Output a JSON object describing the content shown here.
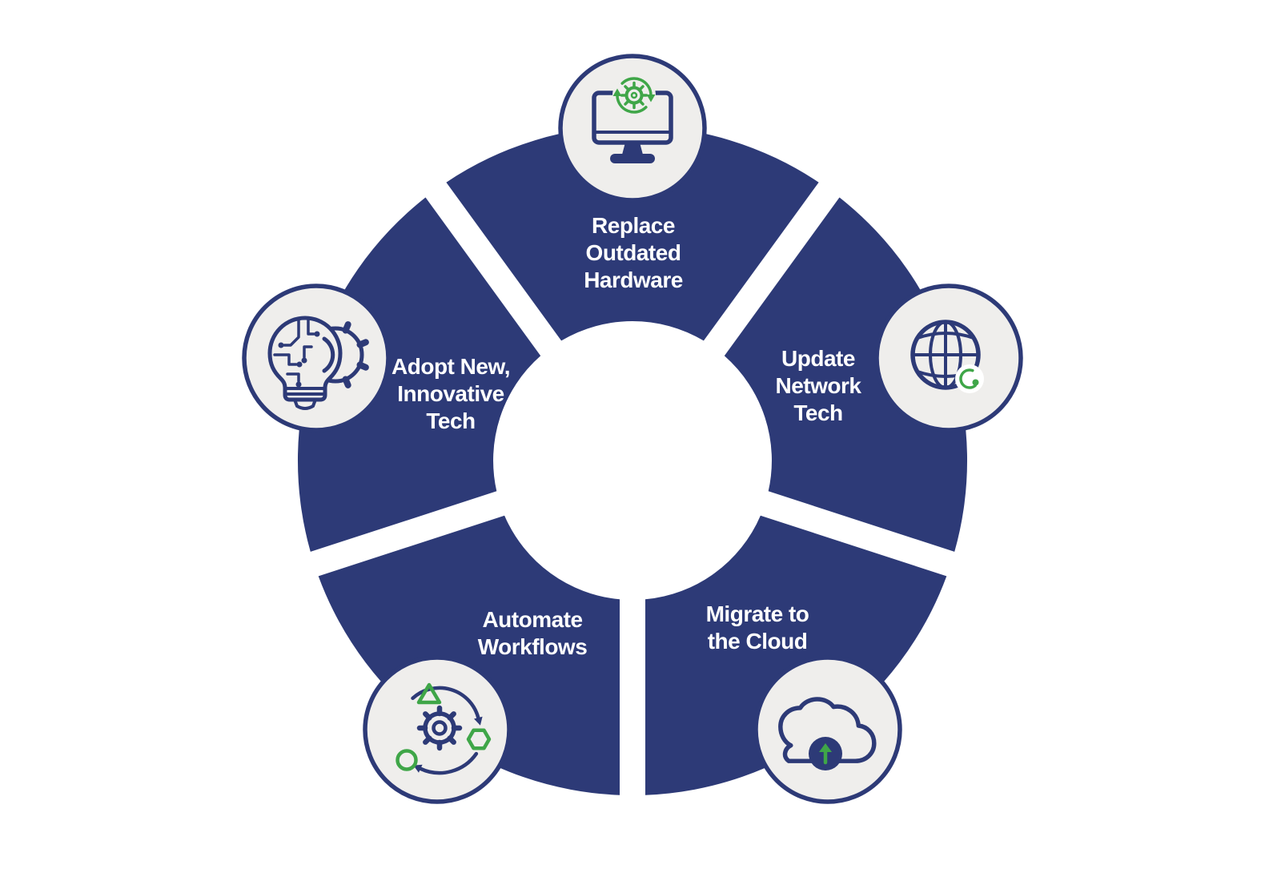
{
  "theme": {
    "navy": "#2d3a77",
    "green": "#3fa648",
    "icon_circle_fill": "#efeeec",
    "background": "#ffffff",
    "label_text": "#ffffff"
  },
  "segments": [
    {
      "id": "replace-outdated-hardware",
      "label": "Replace Outdated Hardware",
      "label_lines": [
        "Replace",
        "Outdated",
        "Hardware"
      ],
      "icon": "monitor-gear-icon",
      "position": "top"
    },
    {
      "id": "update-network-tech",
      "label": "Update Network Tech",
      "label_lines": [
        "Update",
        "Network",
        "Tech"
      ],
      "icon": "globe-refresh-icon",
      "position": "right"
    },
    {
      "id": "migrate-to-the-cloud",
      "label": "Migrate to the Cloud",
      "label_lines": [
        "Migrate to",
        "the Cloud"
      ],
      "icon": "cloud-upload-icon",
      "position": "bottom-right"
    },
    {
      "id": "automate-workflows",
      "label": "Automate Workflows",
      "label_lines": [
        "Automate",
        "Workflows"
      ],
      "icon": "automation-gear-icon",
      "position": "bottom-left"
    },
    {
      "id": "adopt-new-innovative-tech",
      "label": "Adopt New, Innovative Tech",
      "label_lines": [
        "Adopt New,",
        "Innovative",
        "Tech"
      ],
      "icon": "bulb-circuit-gear-icon",
      "position": "left"
    }
  ]
}
